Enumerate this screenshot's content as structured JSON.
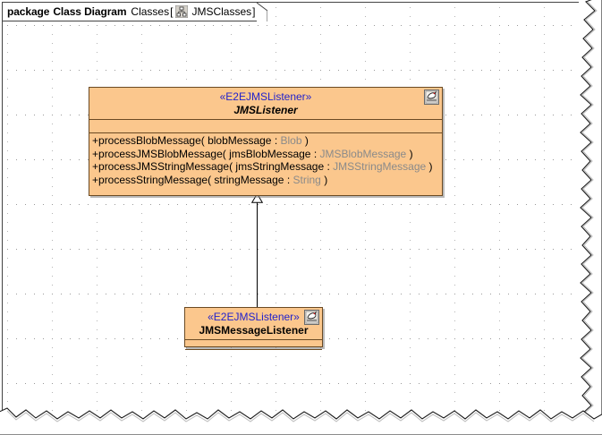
{
  "frame": {
    "keyword": "package",
    "diagram_type": "Class Diagram",
    "label": "Classes",
    "bracket_open": "[",
    "bracket_close": "]",
    "reference": "JMSClasses",
    "icon": "class-diagram-tree-icon"
  },
  "palette": {
    "class_fill": "#fbc78d",
    "class_border": "#6b4a23",
    "stereotype_text": "#2222cc",
    "param_type_text": "#8a8a8a",
    "canvas_bg": "#ffffff",
    "grid_dot": "#aaaaaa"
  },
  "classes": [
    {
      "id": "jms-listener",
      "stereotype": "«E2EJMSListener»",
      "name": "JMSListener",
      "abstract": true,
      "icon": "ejb-bean-icon",
      "attributes": [],
      "operations": [
        {
          "visibility": "+",
          "name": "processBlobMessage",
          "open": "(",
          "param_name": "blobMessage",
          "colon": ":",
          "param_type": "Blob",
          "close": ")"
        },
        {
          "visibility": "+",
          "name": "processJMSBlobMessage",
          "open": "(",
          "param_name": "jmsBlobMessage",
          "colon": ":",
          "param_type": "JMSBlobMessage",
          "close": ")"
        },
        {
          "visibility": "+",
          "name": "processJMSStringMessage",
          "open": "(",
          "param_name": "jmsStringMessage",
          "colon": ":",
          "param_type": "JMSStringMessage",
          "close": ")"
        },
        {
          "visibility": "+",
          "name": "processStringMessage",
          "open": "(",
          "param_name": "stringMessage",
          "colon": ":",
          "param_type": "String",
          "close": ")"
        }
      ]
    },
    {
      "id": "jms-message-listener",
      "stereotype": "«E2EJMSListener»",
      "name": "JMSMessageListener",
      "abstract": false,
      "icon": "ejb-bean-icon",
      "attributes": [],
      "operations": []
    }
  ],
  "relationships": [
    {
      "type": "generalization",
      "source": "JMSMessageListener",
      "target": "JMSListener",
      "arrow": "hollow-triangle"
    }
  ]
}
